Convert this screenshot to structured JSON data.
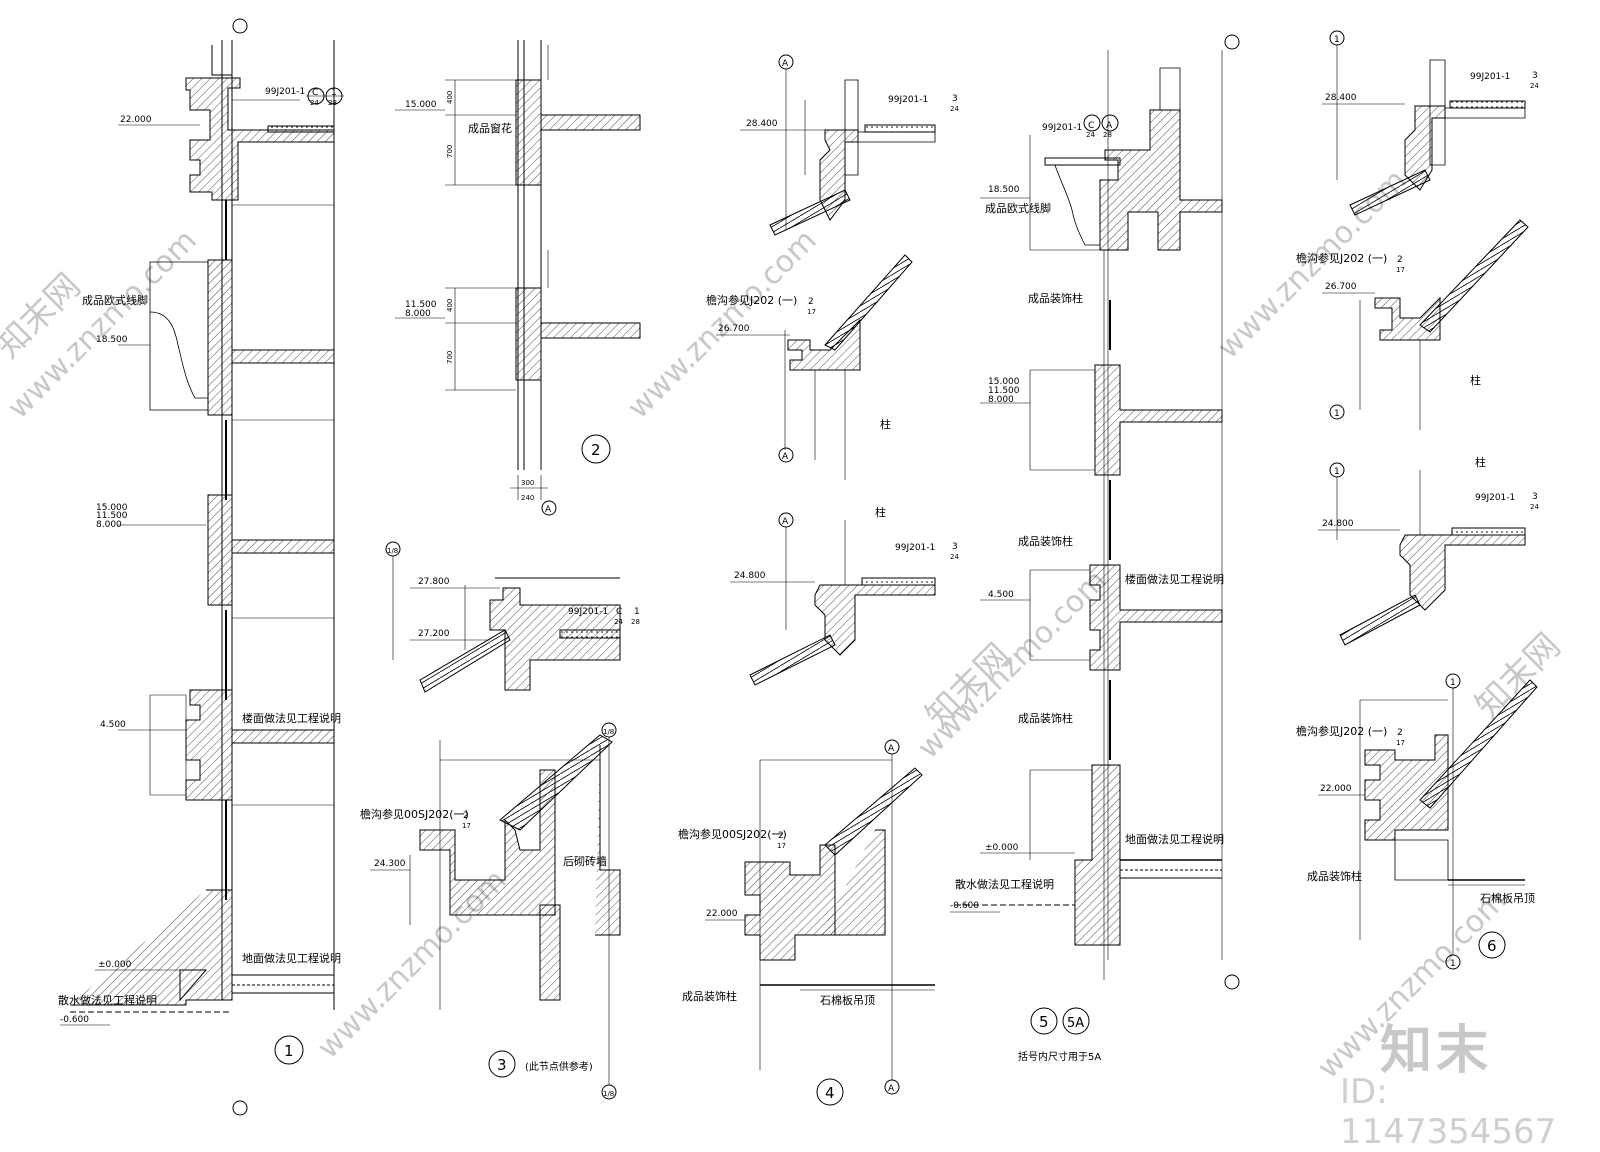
{
  "watermark": {
    "site": "www.znzmo.com",
    "brand": "知末网",
    "logo": "知末",
    "id_text": "ID: 1147354567"
  },
  "detail1": {
    "number": "1",
    "levels": [
      "22.000",
      "18.500",
      "15.000",
      "11.500",
      "8.000",
      "4.500",
      "±0.000",
      "-0.600"
    ],
    "ref_atlas": "99J201-1",
    "ref_a": "C",
    "ref_a_sub": "24",
    "ref_b": "1",
    "ref_b_sub": "28",
    "label_molding": "成品欧式线脚",
    "label_floor": "楼面做法见工程说明",
    "label_ground": "地面做法见工程说明",
    "label_apron": "散水做法见工程说明"
  },
  "detail2": {
    "number": "2",
    "levels_top": "15.000",
    "levels_bottom": [
      "11.500",
      "8.000"
    ],
    "dims": [
      "400",
      "700",
      "400",
      "700",
      "300",
      "240"
    ],
    "label_window": "成品窗花",
    "axis": "A"
  },
  "detail3": {
    "number": "3",
    "note": "(此节点供参考)",
    "axis": "1/8",
    "levels": [
      "27.800",
      "27.200",
      "24.300"
    ],
    "ref_atlas": "99J201-1",
    "ref_a": "C",
    "ref_a_sub": "24",
    "ref_b": "1",
    "ref_b_sub": "28",
    "gutter": "檐沟参见00SJ202(一)",
    "gutter_ref": "2",
    "gutter_sub": "17",
    "label_wall": "后砌砖墙"
  },
  "detail4": {
    "number": "4",
    "axis": "A",
    "levels": [
      "28.400",
      "26.700",
      "24.800",
      "22.000"
    ],
    "ref_atlas": "99J201-1",
    "ref_a": "3",
    "ref_a_sub": "24",
    "gutter1": "檐沟参见J202 (一)",
    "gutter2": "檐沟参见00SJ202(一)",
    "gutter_ref": "2",
    "gutter_sub": "17",
    "label_column": "柱",
    "label_deco_column": "成品装饰柱",
    "label_ceiling": "石棉板吊顶"
  },
  "detail5": {
    "numbers": [
      "5",
      "5A"
    ],
    "note": "括号内尺寸用于5A",
    "levels": [
      "18.500",
      "15.000",
      "11.500",
      "8.000",
      "4.500",
      "±0.000",
      "-0.600"
    ],
    "ref_atlas": "99J201-1",
    "ref_a": "C",
    "ref_a_sub": "24",
    "ref_b": "A",
    "ref_b_sub": "28",
    "label_molding": "成品欧式线脚",
    "label_deco_column": "成品装饰柱",
    "label_floor": "楼面做法见工程说明",
    "label_ground": "地面做法见工程说明",
    "label_apron": "散水做法见工程说明"
  },
  "detail6": {
    "number": "6",
    "axis": "1",
    "levels": [
      "28.400",
      "26.700",
      "24.800",
      "22.000"
    ],
    "ref_atlas": "99J201-1",
    "ref_a": "3",
    "ref_a_sub": "24",
    "gutter": "檐沟参见J202 (一)",
    "gutter_ref": "2",
    "gutter_sub": "17",
    "label_column": "柱",
    "label_deco_column": "成品装饰柱",
    "label_ceiling": "石棉板吊顶"
  }
}
